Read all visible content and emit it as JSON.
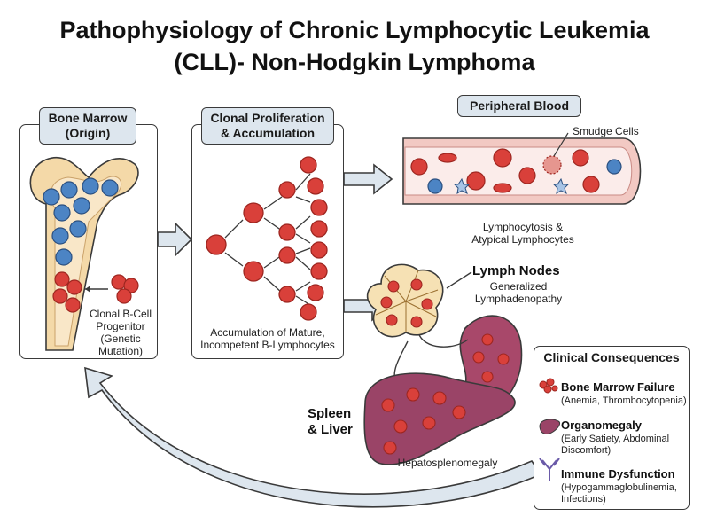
{
  "title": {
    "line1": "Pathophysiology of Chronic Lymphocytic Leukemia",
    "line2": "(CLL)- Non-Hodgkin Lymphoma"
  },
  "bone_marrow": {
    "tag_line1": "Bone Marrow",
    "tag_line2": "(Origin)",
    "caption_lines": [
      "Clonal B-Cell",
      "Progenitor",
      "(Genetic",
      "Mutation)"
    ]
  },
  "proliferation": {
    "tag_line1": "Clonal Proliferation",
    "tag_line2": "& Accumulation",
    "caption_line1": "Accumulation of Mature,",
    "caption_line2": "Incompetent B-Lymphocytes"
  },
  "blood": {
    "tag": "Peripheral Blood",
    "smudge_label": "Smudge Cells",
    "caption_line1": "Lymphocytosis &",
    "caption_line2": "Atypical Lymphocytes"
  },
  "lymph": {
    "heading": "Lymph Nodes",
    "sub_line1": "Generalized",
    "sub_line2": "Lymphadenopathy"
  },
  "spleen_liver": {
    "heading_line1": "Spleen",
    "heading_line2": "& Liver",
    "caption": "Hepatosplenomegaly"
  },
  "consequences": {
    "tag": "Clinical Consequences",
    "items": [
      {
        "icon": "red-cells-icon",
        "head": "Bone Marrow Failure",
        "sub_lines": [
          "(Anemia, Thrombocytopenia)"
        ]
      },
      {
        "icon": "liver-icon",
        "head": "Organomegaly",
        "sub_lines": [
          "(Early Satiety, Abdominal",
          "Discomfort)"
        ]
      },
      {
        "icon": "antibody-icon",
        "head": "Immune Dysfunction",
        "sub_lines": [
          "(Hypogammaglobulinemia,",
          "Infections)"
        ]
      }
    ]
  },
  "colors": {
    "outline": "#3a3a3a",
    "tag_fill": "#dde6ee",
    "arrow_fill": "#dde6ee",
    "red_cell": "#d9403a",
    "red_cell_dark": "#9e2620",
    "blue_cell": "#4c84c4",
    "bone": "#f4d9a8",
    "vessel": "#f2c9c3",
    "lymph_node": "#f6e1b4",
    "organ": "#a8486a",
    "liver": "#9a4467"
  }
}
